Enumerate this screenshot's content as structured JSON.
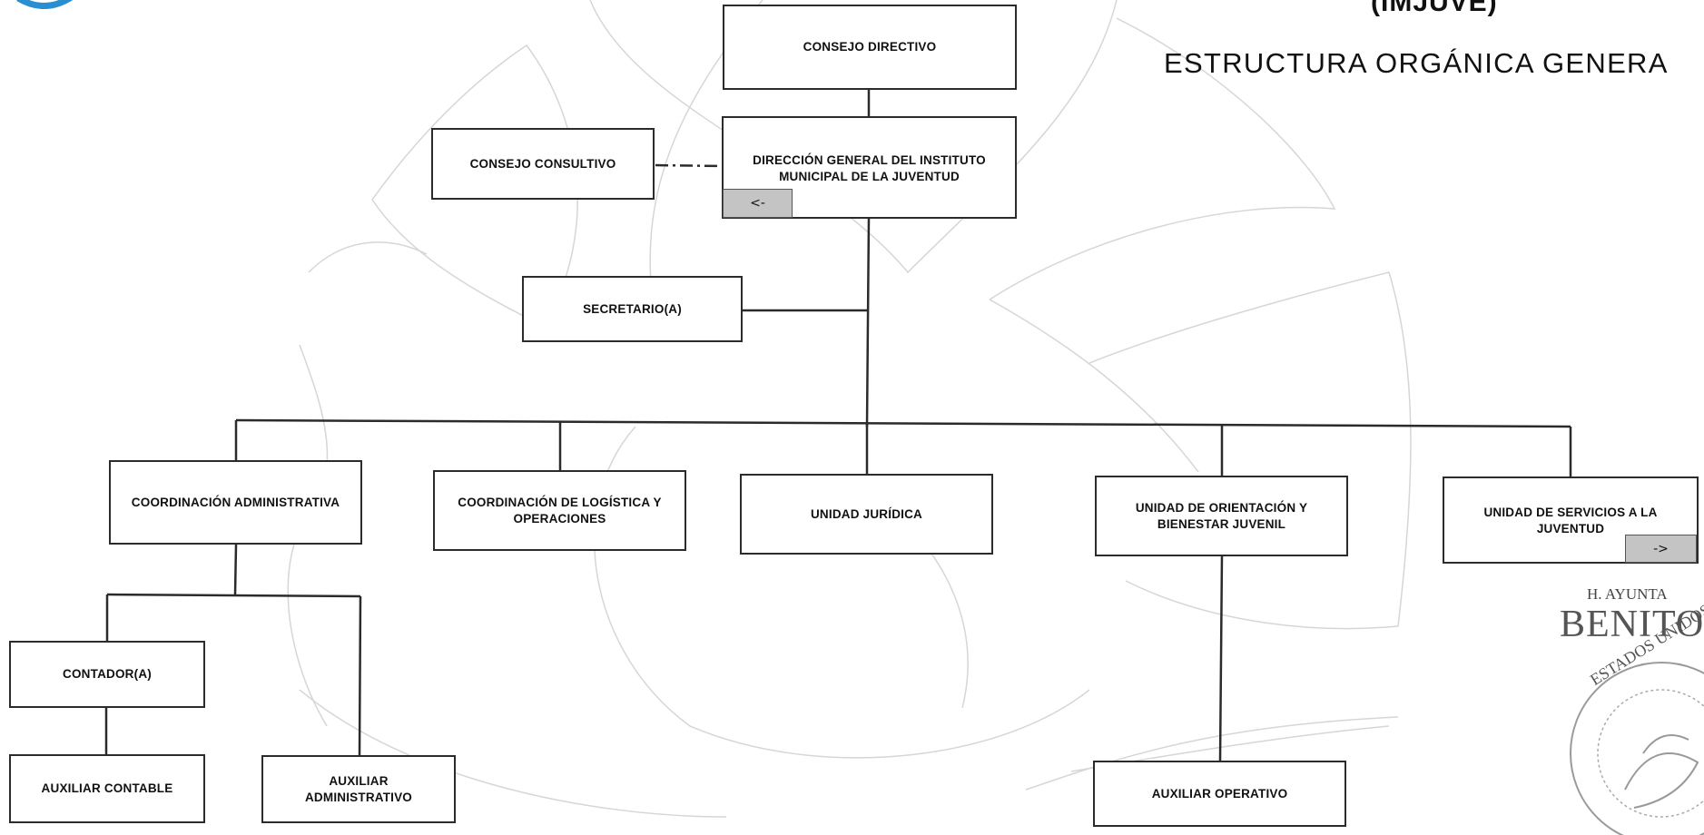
{
  "header": {
    "acronym": "(IMJUVE)",
    "subtitle": "ESTRUCTURA ORGÁNICA GENERA"
  },
  "org_chart": {
    "consejo_directivo": "CONSEJO DIRECTIVO",
    "direccion_general": "DIRECCIÓN GENERAL DEL INSTITUTO MUNICIPAL DE LA JUVENTUD",
    "consejo_consultivo": "CONSEJO CONSULTIVO",
    "secretario": "SECRETARIO(A)",
    "coord_administrativa": "COORDINACIÓN ADMINISTRATIVA",
    "coord_logistica": "COORDINACIÓN DE LOGÍSTICA Y OPERACIONES",
    "unidad_juridica": "UNIDAD JURÍDICA",
    "unidad_orientacion": "UNIDAD DE ORIENTACIÓN Y BIENESTAR JUVENIL",
    "unidad_servicios": "UNIDAD DE SERVICIOS A LA JUVENTUD",
    "contador": "CONTADOR(A)",
    "auxiliar_contable": "AUXILIAR CONTABLE",
    "auxiliar_administrativo": "AUXILIAR ADMINISTRATIVO",
    "auxiliar_operativo": "AUXILIAR OPERATIVO"
  },
  "navigation": {
    "back_label": "<-",
    "forward_label": "->"
  },
  "seal": {
    "ayuntamiento": "H. AYUNTA",
    "municipio": "BENITO J",
    "estados": "ESTADOS UNIDOS"
  },
  "colors": {
    "box_border": "#2b2b2b",
    "nav_fill": "#c4c4c4",
    "watermark": "#d4d4d4"
  }
}
